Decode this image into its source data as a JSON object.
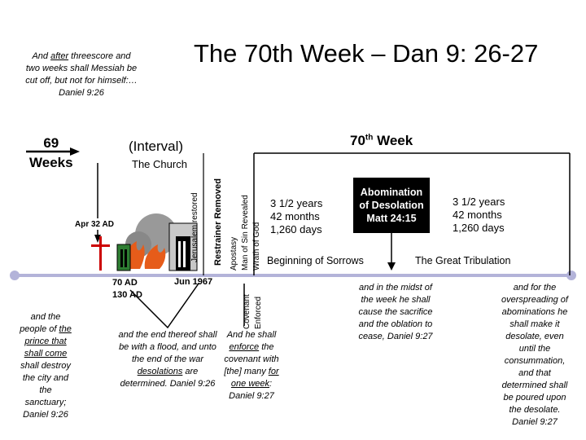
{
  "title": "The 70th Week – Dan 9: 26-27",
  "top_quote": {
    "pre": "And ",
    "underlined": "after",
    "post": " threescore and two weeks shall Messiah be cut off, but not for himself:… Daniel 9:26"
  },
  "sixty_nine": {
    "line1": "69",
    "line2": "Weeks"
  },
  "interval": "(Interval)",
  "church": "The Church",
  "seventieth": {
    "number": "70",
    "suffix": "th",
    "word": " Week"
  },
  "vertical_labels": {
    "jerusalem": "Jerusalem restored",
    "restrainer": "Restrainer Removed",
    "apostasy": "Apostasy",
    "man_of_sin": "Man of Sin Revealed",
    "wrath": "Wrath of God",
    "covenant": "Covenant",
    "enforced": "Enforced"
  },
  "apr_label": "Apr 32 AD",
  "ad70": {
    "line1": "70 AD",
    "line2": "130 AD"
  },
  "jun_label": "Jun 1967",
  "first_half": {
    "line1": "3 1/2 years",
    "line2": "42 months",
    "line3": "1,260 days"
  },
  "second_half": {
    "line1": "3 1/2 years",
    "line2": "42 months",
    "line3": "1,260 days"
  },
  "abomination": {
    "line1": "Abomination",
    "line2": "of Desolation",
    "line3": "Matt 24:15"
  },
  "sorrows": "Beginning of Sorrows",
  "tribulation": "The Great Tribulation",
  "quote_people": {
    "p1": "and the people of ",
    "u1": "the",
    "p2": " ",
    "u2": "prince that",
    "p3": " ",
    "u3": "shall come",
    "p4": " shall destroy the city and the sanctuary; Daniel 9:26"
  },
  "quote_end": {
    "p1": "and the end thereof shall be with a flood, and unto the end of the war ",
    "u1": "desolations",
    "p2": " are determined. Daniel 9:26"
  },
  "quote_covenant": {
    "p1": "And he shall ",
    "u1": "enforce",
    "p2": " the covenant with [the] many ",
    "u2": "for",
    "p3": " ",
    "u3": "one week",
    "p4": ": Daniel 9:27"
  },
  "quote_midst": "and in the midst of the week he shall cause the sacrifice and the oblation to cease, Daniel 9:27",
  "quote_overspreading": "and for the overspreading of abominations he shall make it desolate, even until the consummation, and that determined shall be poured upon the desolate. Daniel 9:27",
  "colors": {
    "timeline": "#b3b3d9",
    "cross": "#cc0000",
    "flame": "#e65c1a",
    "gate": "#2e7d32",
    "black": "#000000"
  }
}
